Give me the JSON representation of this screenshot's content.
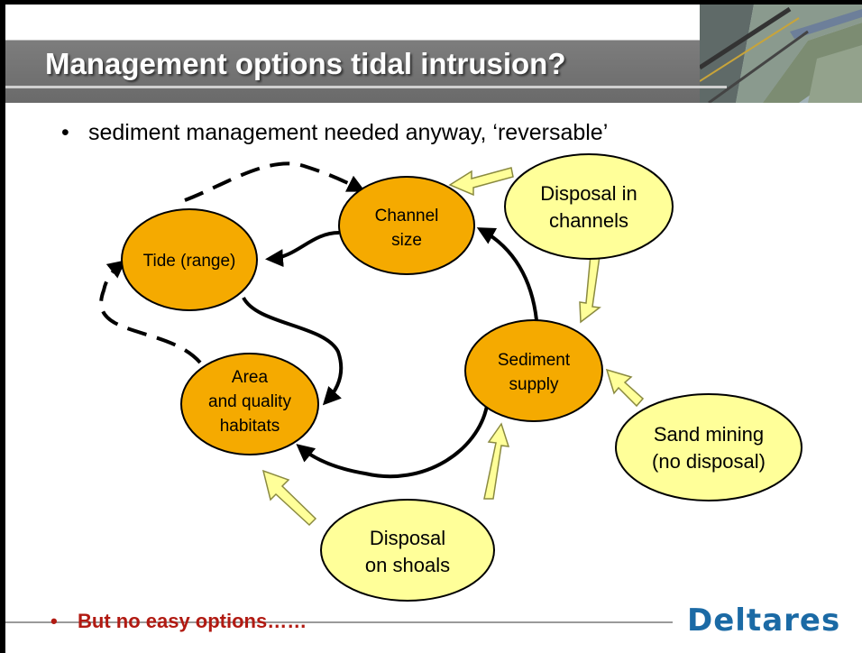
{
  "slide": {
    "title": "Management options tidal intrusion?",
    "bullet_1": "sediment management needed anyway, ‘reversable’",
    "bullet_2": "But no easy options……",
    "bullet_marker": "•",
    "logo_text": "Deltares"
  },
  "diagram": {
    "nodes": {
      "tide": {
        "lines": [
          "Tide (range)"
        ],
        "kind": "system"
      },
      "channel": {
        "lines": [
          "Channel",
          "size"
        ],
        "kind": "system"
      },
      "area": {
        "lines": [
          "Area",
          "and quality",
          "habitats"
        ],
        "kind": "system"
      },
      "sediment": {
        "lines": [
          "Sediment",
          "supply"
        ],
        "kind": "system"
      },
      "disposal_channels": {
        "lines": [
          "Disposal in",
          "channels"
        ],
        "kind": "option"
      },
      "sand_mining": {
        "lines": [
          "Sand mining",
          "(no disposal)"
        ],
        "kind": "option"
      },
      "disposal_shoals": {
        "lines": [
          "Disposal",
          "on shoals"
        ],
        "kind": "option"
      }
    },
    "colors": {
      "system_fill": "#F5AA00",
      "option_fill": "#FFFF99",
      "option_arrow_fill": "#FFFF99",
      "title_text": "#FFFFFF",
      "warning_text": "#B11A12",
      "logo": "#1B6AA5"
    }
  }
}
